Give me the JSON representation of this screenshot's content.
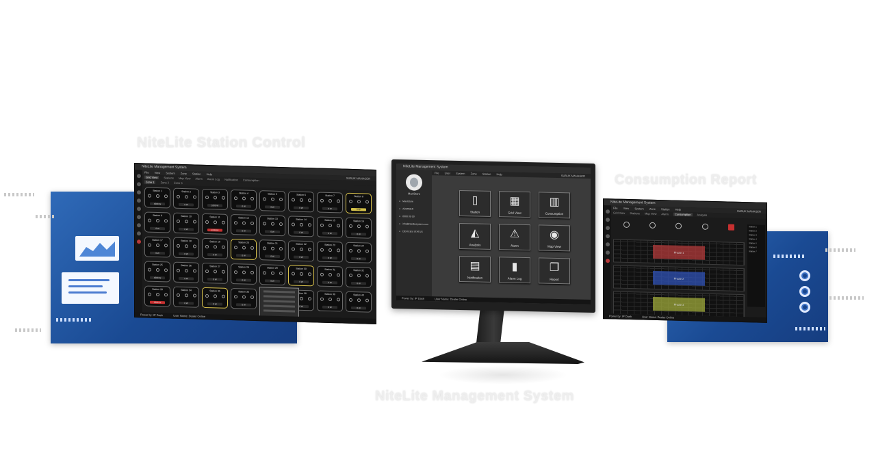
{
  "captions": {
    "station_control": "NiteLite Station Control",
    "consumption_report": "Consumption Report",
    "management_system": "NiteLite Management System"
  },
  "station_window": {
    "title": "NiteLite Management System",
    "menu": [
      "File",
      "View",
      "System",
      "Zone",
      "Station",
      "Help"
    ],
    "tabs": [
      "Grid View",
      "Stations",
      "Map View",
      "Alarm",
      "Alarm Log",
      "Notification",
      "Consumption"
    ],
    "zones": [
      "Zone 1",
      "Zone 2",
      "Zone 3"
    ],
    "right_info": "SUBUK MANAGER",
    "status": [
      "Power by: IP Dash",
      "User Name: Dealer Online"
    ],
    "stations": [
      {
        "name": "Station 1",
        "bar": "4000 W",
        "state": "normal"
      },
      {
        "name": "Station 2",
        "bar": "0 W",
        "state": "normal"
      },
      {
        "name": "Station 3",
        "bar": "1000 W",
        "state": "normal"
      },
      {
        "name": "Station 4",
        "bar": "0 W",
        "state": "normal"
      },
      {
        "name": "Station 5",
        "bar": "0 W",
        "state": "normal"
      },
      {
        "name": "Station 6",
        "bar": "0 W",
        "state": "normal"
      },
      {
        "name": "Station 7",
        "bar": "0 W",
        "state": "normal"
      },
      {
        "name": "Station 8",
        "bar": "TRIP",
        "state": "yellow"
      },
      {
        "name": "Station 9",
        "bar": "0 W",
        "state": "normal"
      },
      {
        "name": "Station 10",
        "bar": "0 W",
        "state": "normal"
      },
      {
        "name": "Station 11",
        "bar": "ERROR",
        "state": "red"
      },
      {
        "name": "Station 12",
        "bar": "0 W",
        "state": "normal"
      },
      {
        "name": "Station 13",
        "bar": "0 W",
        "state": "normal"
      },
      {
        "name": "Station 14",
        "bar": "0 W",
        "state": "normal"
      },
      {
        "name": "Station 15",
        "bar": "0 W",
        "state": "normal"
      },
      {
        "name": "Station 16",
        "bar": "0 W",
        "state": "normal"
      },
      {
        "name": "Station 17",
        "bar": "0 W",
        "state": "normal"
      },
      {
        "name": "Station 18",
        "bar": "0 W",
        "state": "normal"
      },
      {
        "name": "Station 19",
        "bar": "0 W",
        "state": "normal"
      },
      {
        "name": "Station 20",
        "bar": "0 W",
        "state": "warn"
      },
      {
        "name": "Station 21",
        "bar": "0 W",
        "state": "normal"
      },
      {
        "name": "Station 22",
        "bar": "0 W",
        "state": "normal"
      },
      {
        "name": "Station 23",
        "bar": "0 W",
        "state": "normal"
      },
      {
        "name": "Station 24",
        "bar": "0 W",
        "state": "normal"
      },
      {
        "name": "Station 25",
        "bar": "4000 W",
        "state": "normal"
      },
      {
        "name": "Station 26",
        "bar": "0 W",
        "state": "normal"
      },
      {
        "name": "Station 27",
        "bar": "0 W",
        "state": "normal"
      },
      {
        "name": "Station 28",
        "bar": "0 W",
        "state": "normal"
      },
      {
        "name": "Station 29",
        "bar": "0 W",
        "state": "normal"
      },
      {
        "name": "Station 30",
        "bar": "0 W",
        "state": "warn"
      },
      {
        "name": "Station 31",
        "bar": "0 W",
        "state": "normal"
      },
      {
        "name": "Station 32",
        "bar": "0 W",
        "state": "normal"
      },
      {
        "name": "Station 33",
        "bar": "3000 W",
        "state": "red"
      },
      {
        "name": "Station 34",
        "bar": "0 W",
        "state": "normal"
      },
      {
        "name": "Station 35",
        "bar": "0 W",
        "state": "warn"
      },
      {
        "name": "Station 36",
        "bar": "0 W",
        "state": "normal"
      },
      {
        "name": "Station 37",
        "bar": "0 W",
        "state": "normal"
      },
      {
        "name": "Station 38",
        "bar": "0 W",
        "state": "normal"
      },
      {
        "name": "Station 39",
        "bar": "0 W",
        "state": "normal"
      },
      {
        "name": "Station 40",
        "bar": "0 W",
        "state": "normal"
      }
    ]
  },
  "main_window": {
    "title": "NiteLite Management System",
    "menu": [
      "File",
      "User",
      "System",
      "Zone",
      "Station",
      "Help"
    ],
    "right_info": "SUBUK MANAGER",
    "user_name": "MaxiStore",
    "info_rows": [
      "MaxiStore",
      "ADMINER",
      "0000 00 00",
      "info@nitelitesystem.com",
      "DEVICES STATUS"
    ],
    "status": [
      "Power by: IP Dash",
      "User Name: Dealer Online"
    ],
    "tiles": [
      {
        "label": "Station",
        "icon": "station-icon",
        "glyph": "▯"
      },
      {
        "label": "Grid View",
        "icon": "grid-view-icon",
        "glyph": "▦"
      },
      {
        "label": "Consumption",
        "icon": "consumption-icon",
        "glyph": "▥"
      },
      {
        "label": "Analysis",
        "icon": "analysis-icon",
        "glyph": "◭"
      },
      {
        "label": "Alarm",
        "icon": "alarm-icon",
        "glyph": "⚠"
      },
      {
        "label": "Map View",
        "icon": "map-view-icon",
        "glyph": "◉"
      },
      {
        "label": "Notification",
        "icon": "notification-icon",
        "glyph": "▤"
      },
      {
        "label": "Alarm Log",
        "icon": "alarm-log-icon",
        "glyph": "▮"
      },
      {
        "label": "Report",
        "icon": "report-icon",
        "glyph": "❐"
      }
    ]
  },
  "consumption_window": {
    "title": "NiteLite Management System",
    "menu": [
      "File",
      "View",
      "System",
      "Zone",
      "Station",
      "Help"
    ],
    "tabs": [
      "Grid View",
      "Stations",
      "Map View",
      "Alarm",
      "Consumption",
      "Analysis"
    ],
    "right_info": "SUBUK MANAGER",
    "status": [
      "Power by: IP Dash",
      "User Name: Dealer Online"
    ],
    "list": [
      "Station 1",
      "Station 2",
      "Station 3",
      "Station 4",
      "Station 5",
      "Station 6",
      "Station 7"
    ],
    "phases": [
      {
        "label": "Phase 1",
        "color": "#b23a3a"
      },
      {
        "label": "Phase 2",
        "color": "#2f52b5"
      },
      {
        "label": "Phase 3",
        "color": "#9da83a"
      }
    ]
  },
  "colors": {
    "panel_blue": "#1a4a93",
    "alarm_red": "#c73030",
    "warning_yellow": "#d6c34a"
  }
}
